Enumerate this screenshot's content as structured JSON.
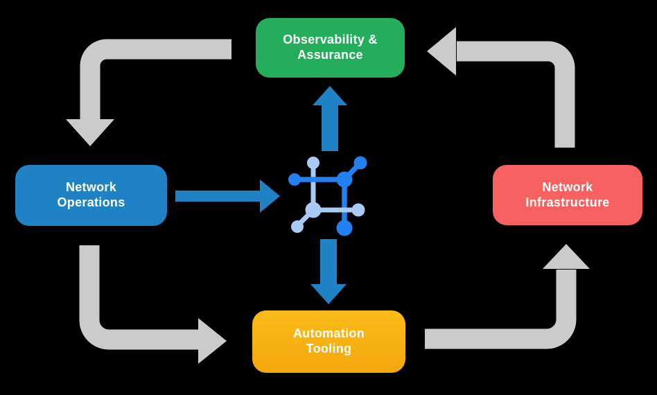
{
  "colors": {
    "background": "#000000",
    "green": "#24AE5C",
    "blue": "#1E82C5",
    "red": "#F7615F",
    "yellow_top": "#FBBC18",
    "yellow_bottom": "#F2A70D",
    "gray_arrow": "#CBCBCB",
    "blue_arrow": "#1E82C5",
    "icon_dark": "#2280F0",
    "icon_light": "#A8CAF5",
    "text": "#FFFFFF"
  },
  "nodes": {
    "observability": {
      "label": "Observability &\nAssurance"
    },
    "operations": {
      "label": "Network\nOperations"
    },
    "infrastructure": {
      "label": "Network\nInfrastructure"
    },
    "automation": {
      "label": "Automation\nTooling"
    }
  },
  "center_icon": {
    "name": "network-mesh-icon"
  },
  "edges": [
    {
      "from": "observability",
      "to": "operations",
      "style": "gray-elbow",
      "direction": "down"
    },
    {
      "from": "operations",
      "to": "automation",
      "style": "gray-elbow",
      "direction": "right"
    },
    {
      "from": "automation",
      "to": "infrastructure",
      "style": "gray-elbow",
      "direction": "up"
    },
    {
      "from": "infrastructure",
      "to": "observability",
      "style": "gray-elbow",
      "direction": "left"
    },
    {
      "from": "operations",
      "to": "center-icon",
      "style": "blue-straight",
      "direction": "right"
    },
    {
      "from": "center-icon",
      "to": "observability",
      "style": "blue-straight",
      "direction": "up"
    },
    {
      "from": "center-icon",
      "to": "automation",
      "style": "blue-straight",
      "direction": "down"
    }
  ]
}
